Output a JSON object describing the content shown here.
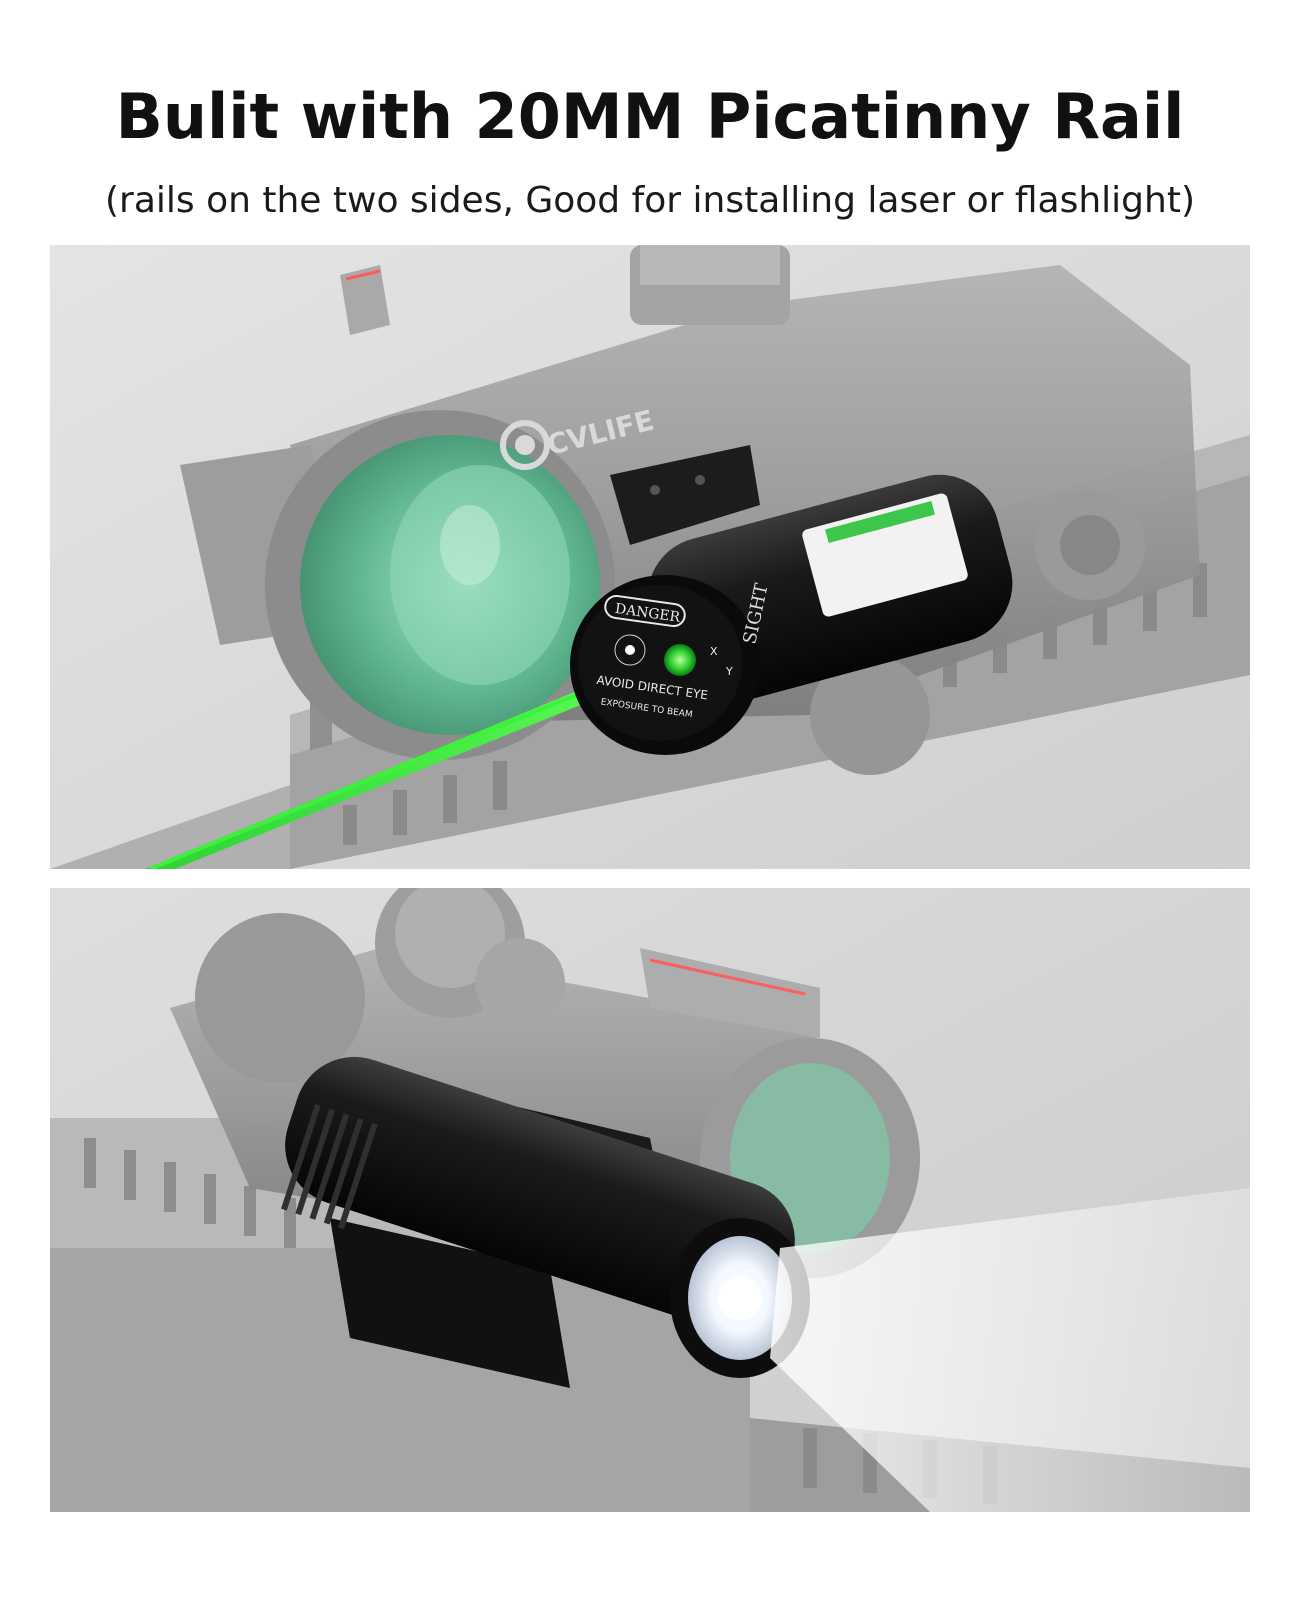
{
  "header": {
    "title": "Bulit with 20MM Picatinny Rail",
    "subtitle": "(rails on the two sides, Good for installing laser or flashlight)"
  },
  "laser_panel": {
    "brand_logo_text": "CVLIFE",
    "danger_label": "DANGER",
    "warning_line1": "AVOID DIRECT EYE",
    "warning_line2": "EXPOSURE TO BEAM",
    "side_text": "SIGHT",
    "axis_x": "X",
    "axis_y": "Y",
    "beam_color": "#22d62a"
  },
  "flashlight_panel": {
    "light_color": "#ffffff"
  },
  "colors": {
    "title": "#111111",
    "panel_bg": "#dcdcdc",
    "device_body": "#141414",
    "scope_grey": "#9a9a9a",
    "lens_green": "#7fc9a8"
  }
}
